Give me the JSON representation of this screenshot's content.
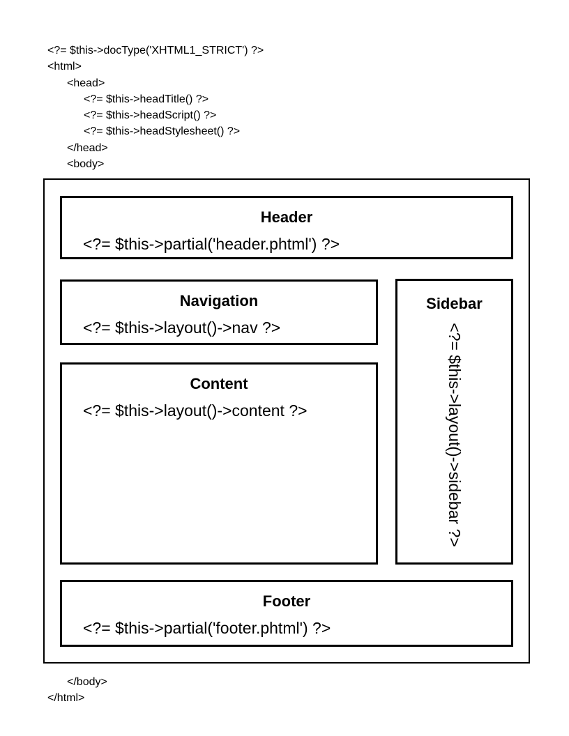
{
  "page": {
    "colors": {
      "ink": "#000000",
      "background": "#ffffff"
    },
    "code_top": {
      "lines": [
        "<?= $this->docType('XHTML1_STRICT') ?>",
        "<html>",
        "<head>",
        "<?= $this->headTitle() ?>",
        "<?= $this->headScript() ?>",
        "<?= $this->headStylesheet() ?>",
        "</head>",
        "<body>"
      ]
    },
    "code_bottom": {
      "lines": [
        "</body>",
        "</html>"
      ]
    },
    "boxes": {
      "header": {
        "title": "Header",
        "code": "<?= $this->partial('header.phtml') ?>"
      },
      "navigation": {
        "title": "Navigation",
        "code": "<?= $this->layout()->nav ?>"
      },
      "content": {
        "title": "Content",
        "code": "<?= $this->layout()->content ?>"
      },
      "sidebar": {
        "title": "Sidebar",
        "code": "<?= $this->layout()->sidebar ?>"
      },
      "footer": {
        "title": "Footer",
        "code": "<?= $this->partial('footer.phtml') ?>"
      }
    }
  }
}
